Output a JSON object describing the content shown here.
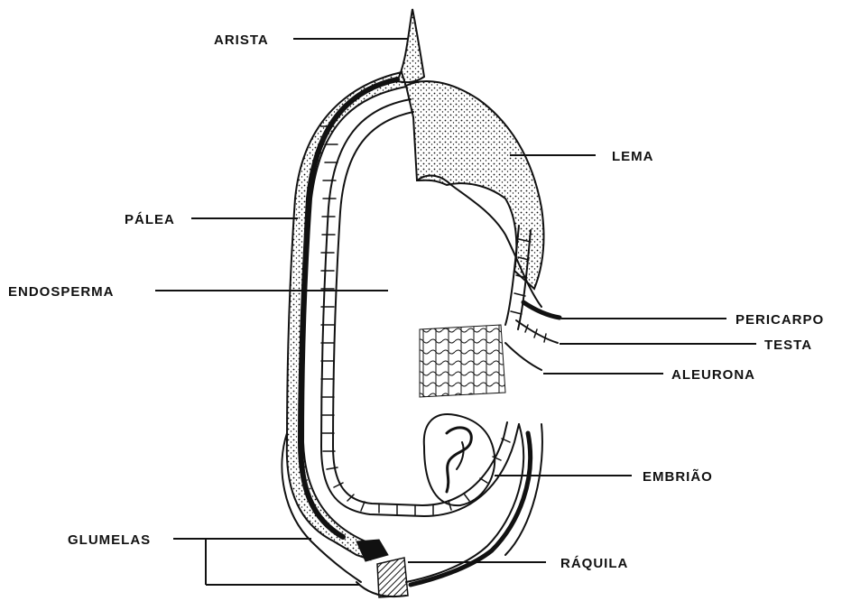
{
  "colors": {
    "ink": "#111111",
    "paper": "#ffffff"
  },
  "labels": {
    "arista": "ARISTA",
    "lema": "LEMA",
    "palea": "PÁLEA",
    "endosperma": "ENDOSPERMA",
    "pericarpo": "PERICARPO",
    "testa": "TESTA",
    "aleurona": "ALEURONA",
    "embriao": "EMBRIÃO",
    "glumelas": "GLUMELAS",
    "raquila": "RÁQUILA"
  }
}
